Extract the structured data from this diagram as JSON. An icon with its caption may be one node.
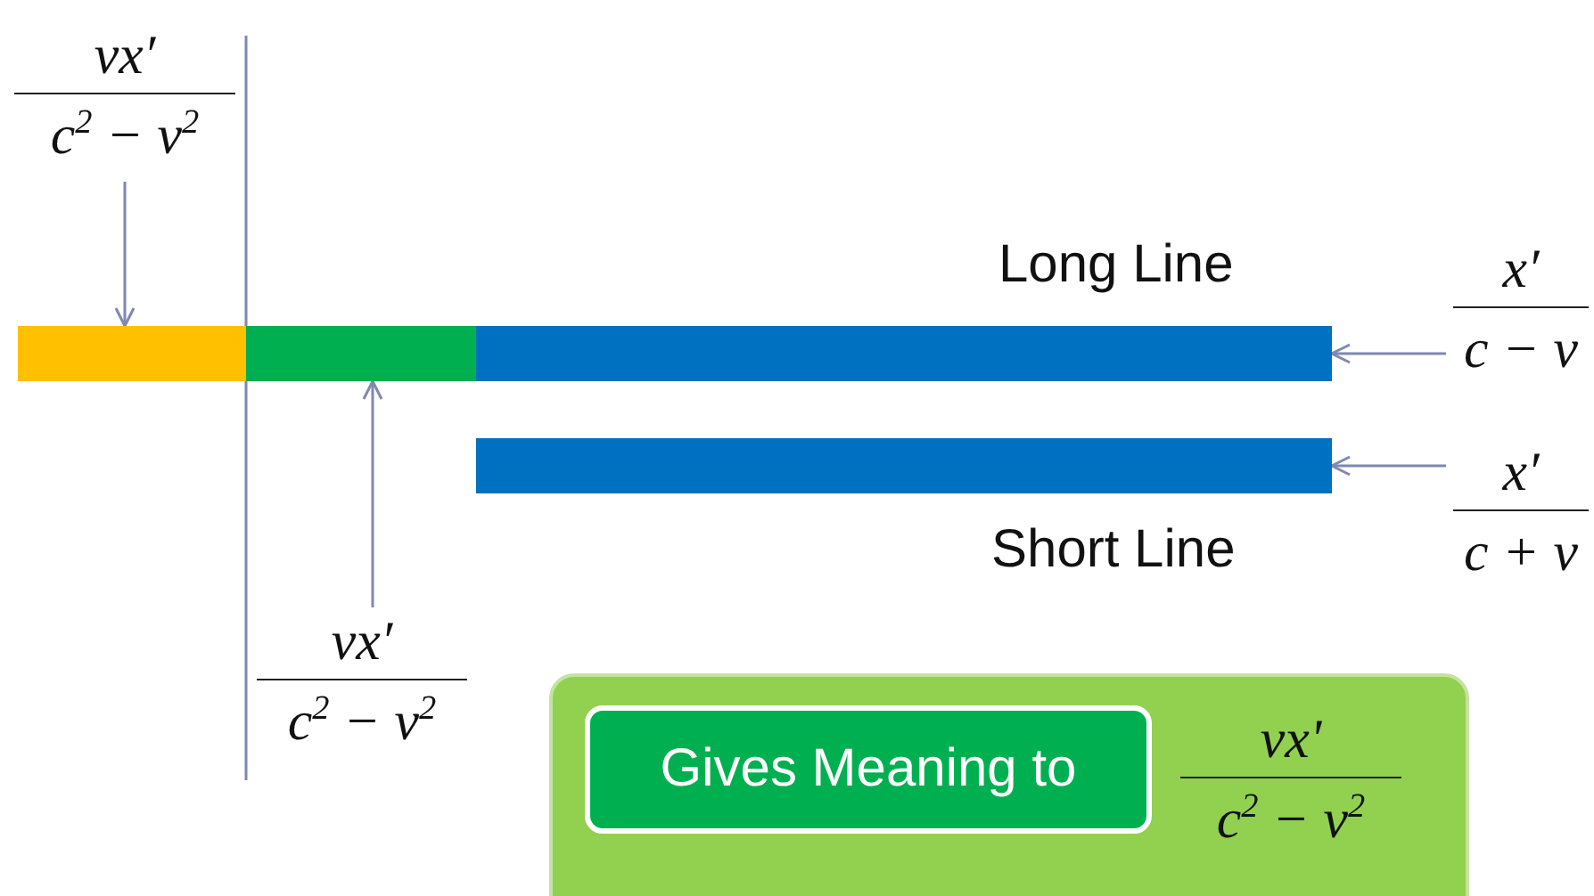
{
  "diagram": {
    "nodes": [
      {
        "text": [
          "vx′",
          "c$^{2}$ − v$^{2}$"
        ]
      },
      {
        "text": [],
        "shape": "bar"
      },
      {
        "text": [],
        "shape": "bar"
      },
      {
        "text": [],
        "shape": "bar",
        "beside": [
          "Long Line"
        ]
      },
      {
        "text": [
          "x′",
          "c − v"
        ]
      },
      {
        "text": [],
        "shape": "bar",
        "beside": [
          "Short Line"
        ]
      },
      {
        "text": [
          "x′",
          "c + v"
        ]
      },
      {
        "text": [
          "vx′",
          "c$^{2}$ − v$^{2}$"
        ]
      },
      {
        "text": [],
        "shape": "box"
      },
      {
        "text": [
          "Gives Meaning to"
        ],
        "in": 8
      },
      {
        "text": [
          "vx'",
          "c$^{2}$ − v$^{2}$"
        ],
        "in": 8
      }
    ],
    "edges": [
      {
        "from": 0,
        "to": 1,
        "arrow": "to"
      },
      {
        "from": 4,
        "to": 3,
        "arrow": "to"
      },
      {
        "from": 6,
        "to": 5,
        "arrow": "to"
      },
      {
        "from": 7,
        "to": 2,
        "arrow": "to"
      }
    ]
  }
}
